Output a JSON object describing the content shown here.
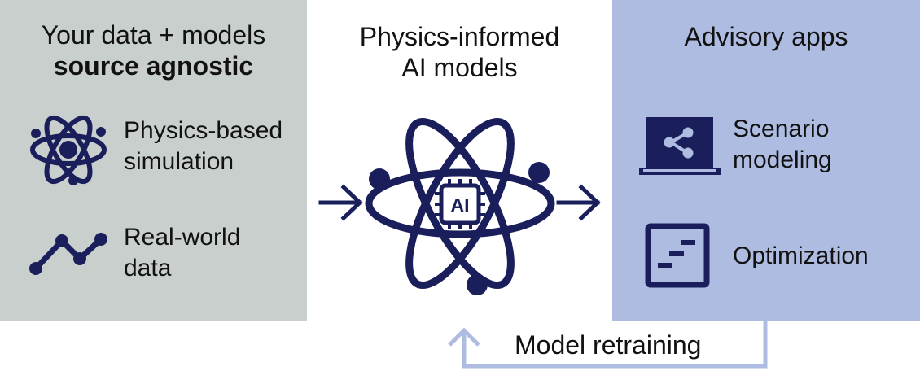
{
  "colors": {
    "left_panel": "#c9cfcd",
    "right_panel": "#aebce1",
    "icon_navy": "#1a1f5c",
    "feedback_line": "#aebce1",
    "text": "#111111"
  },
  "left": {
    "heading_line1": "Your data + models",
    "heading_line2": "source agnostic",
    "items": [
      {
        "icon": "atom-icon",
        "line1": "Physics-based",
        "line2": "simulation"
      },
      {
        "icon": "line-chart-icon",
        "line1": "Real-world",
        "line2": "data"
      }
    ]
  },
  "center": {
    "heading_line1": "Physics-informed",
    "heading_line2": "AI models",
    "icon": "ai-atom-icon",
    "chip_label": "AI"
  },
  "right": {
    "heading": "Advisory apps",
    "items": [
      {
        "icon": "laptop-share-icon",
        "line1": "Scenario",
        "line2": "modeling"
      },
      {
        "icon": "gantt-chart-icon",
        "line1": "Optimization"
      }
    ]
  },
  "feedback": {
    "label": "Model retraining"
  }
}
